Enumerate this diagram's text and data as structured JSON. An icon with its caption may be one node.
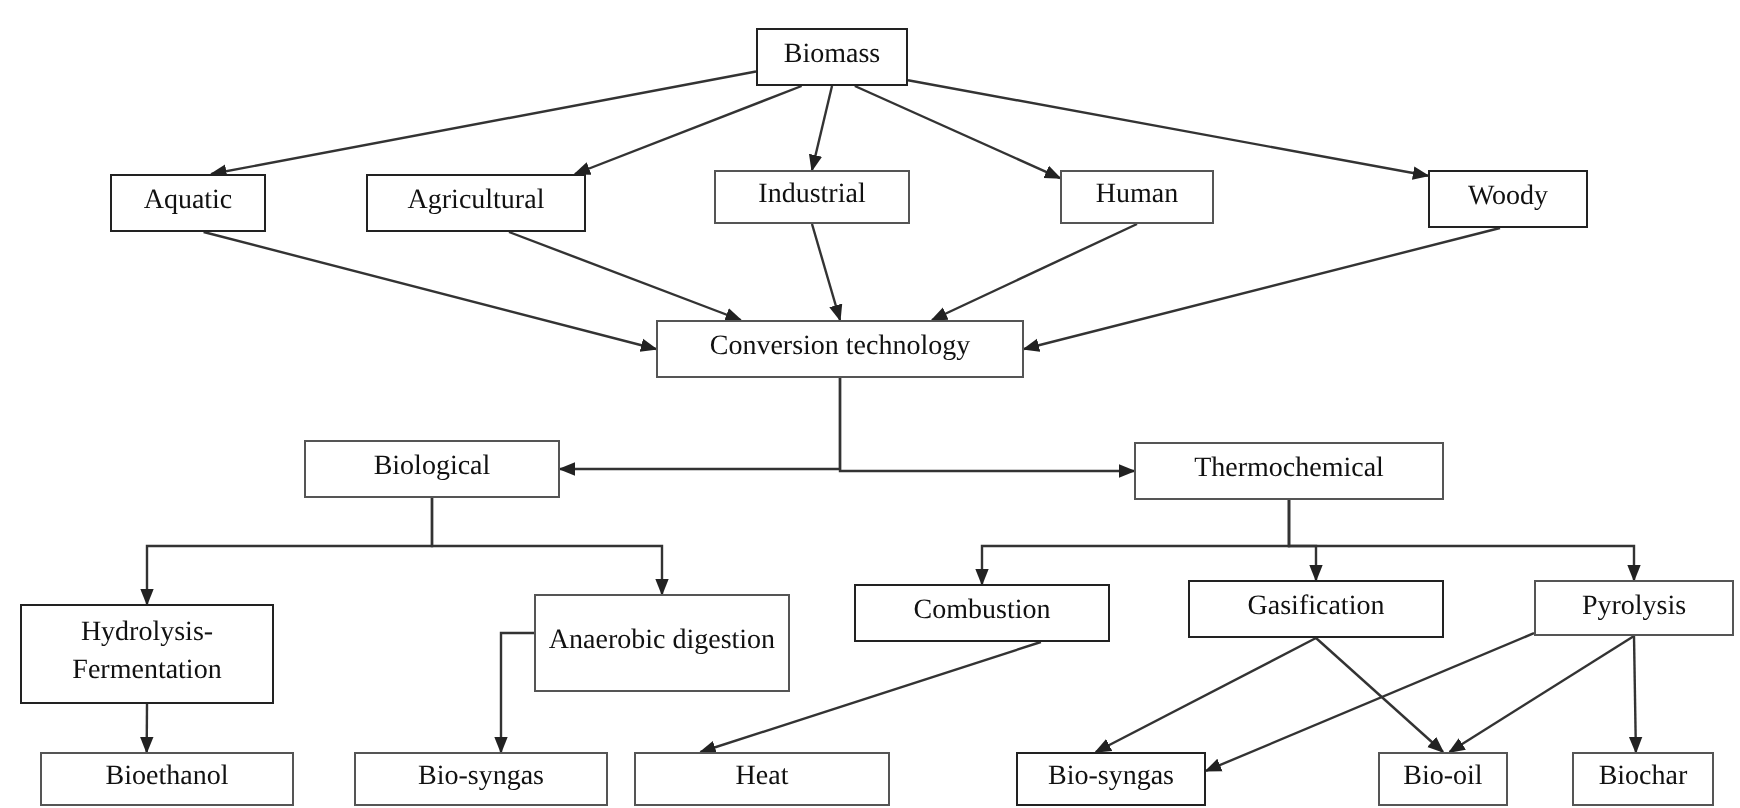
{
  "diagram": {
    "nodes": [
      {
        "text": [
          "Biomass"
        ]
      },
      {
        "text": [
          "Aquatic"
        ]
      },
      {
        "text": [
          "Agricultural"
        ]
      },
      {
        "text": [
          "Industrial"
        ]
      },
      {
        "text": [
          "Human"
        ]
      },
      {
        "text": [
          "Woody"
        ]
      },
      {
        "text": [
          "Conversion technology"
        ]
      },
      {
        "text": [
          "Biological"
        ]
      },
      {
        "text": [
          "Thermochemical"
        ]
      },
      {
        "text": [
          "Hydrolysis-Fermentation"
        ]
      },
      {
        "text": [
          "Anaerobic digestion"
        ]
      },
      {
        "text": [
          "Combustion"
        ]
      },
      {
        "text": [
          "Gasification"
        ]
      },
      {
        "text": [
          "Pyrolysis"
        ]
      },
      {
        "text": [
          "Bioethanol"
        ]
      },
      {
        "text": [
          "Bio-syngas"
        ]
      },
      {
        "text": [
          "Heat"
        ]
      },
      {
        "text": [
          "Bio-syngas"
        ]
      },
      {
        "text": [
          "Bio-oil"
        ]
      },
      {
        "text": [
          "Biochar"
        ]
      }
    ],
    "edges": [
      {
        "from": 0,
        "to": 1,
        "arrow": "to"
      },
      {
        "from": 0,
        "to": 2,
        "arrow": "to"
      },
      {
        "from": 0,
        "to": 3,
        "arrow": "to"
      },
      {
        "from": 0,
        "to": 4,
        "arrow": "to"
      },
      {
        "from": 0,
        "to": 5,
        "arrow": "to"
      },
      {
        "from": 1,
        "to": 6,
        "arrow": "to"
      },
      {
        "from": 2,
        "to": 6,
        "arrow": "to"
      },
      {
        "from": 3,
        "to": 6,
        "arrow": "to"
      },
      {
        "from": 4,
        "to": 6,
        "arrow": "to"
      },
      {
        "from": 5,
        "to": 6,
        "arrow": "to"
      },
      {
        "from": 6,
        "to": 7,
        "arrow": "to"
      },
      {
        "from": 6,
        "to": 8,
        "arrow": "to"
      },
      {
        "from": 7,
        "to": 9,
        "arrow": "to"
      },
      {
        "from": 7,
        "to": 10,
        "arrow": "to"
      },
      {
        "from": 8,
        "to": 11,
        "arrow": "to"
      },
      {
        "from": 8,
        "to": 12,
        "arrow": "to"
      },
      {
        "from": 8,
        "to": 13,
        "arrow": "to"
      },
      {
        "from": 9,
        "to": 14,
        "arrow": "to"
      },
      {
        "from": 10,
        "to": 15,
        "arrow": "to"
      },
      {
        "from": 11,
        "to": 16,
        "arrow": "to"
      },
      {
        "from": 12,
        "to": 17,
        "arrow": "to"
      },
      {
        "from": 12,
        "to": 18,
        "arrow": "to"
      },
      {
        "from": 13,
        "to": 17,
        "arrow": "to"
      },
      {
        "from": 13,
        "to": 18,
        "arrow": "to"
      },
      {
        "from": 13,
        "to": 19,
        "arrow": "to"
      }
    ]
  }
}
